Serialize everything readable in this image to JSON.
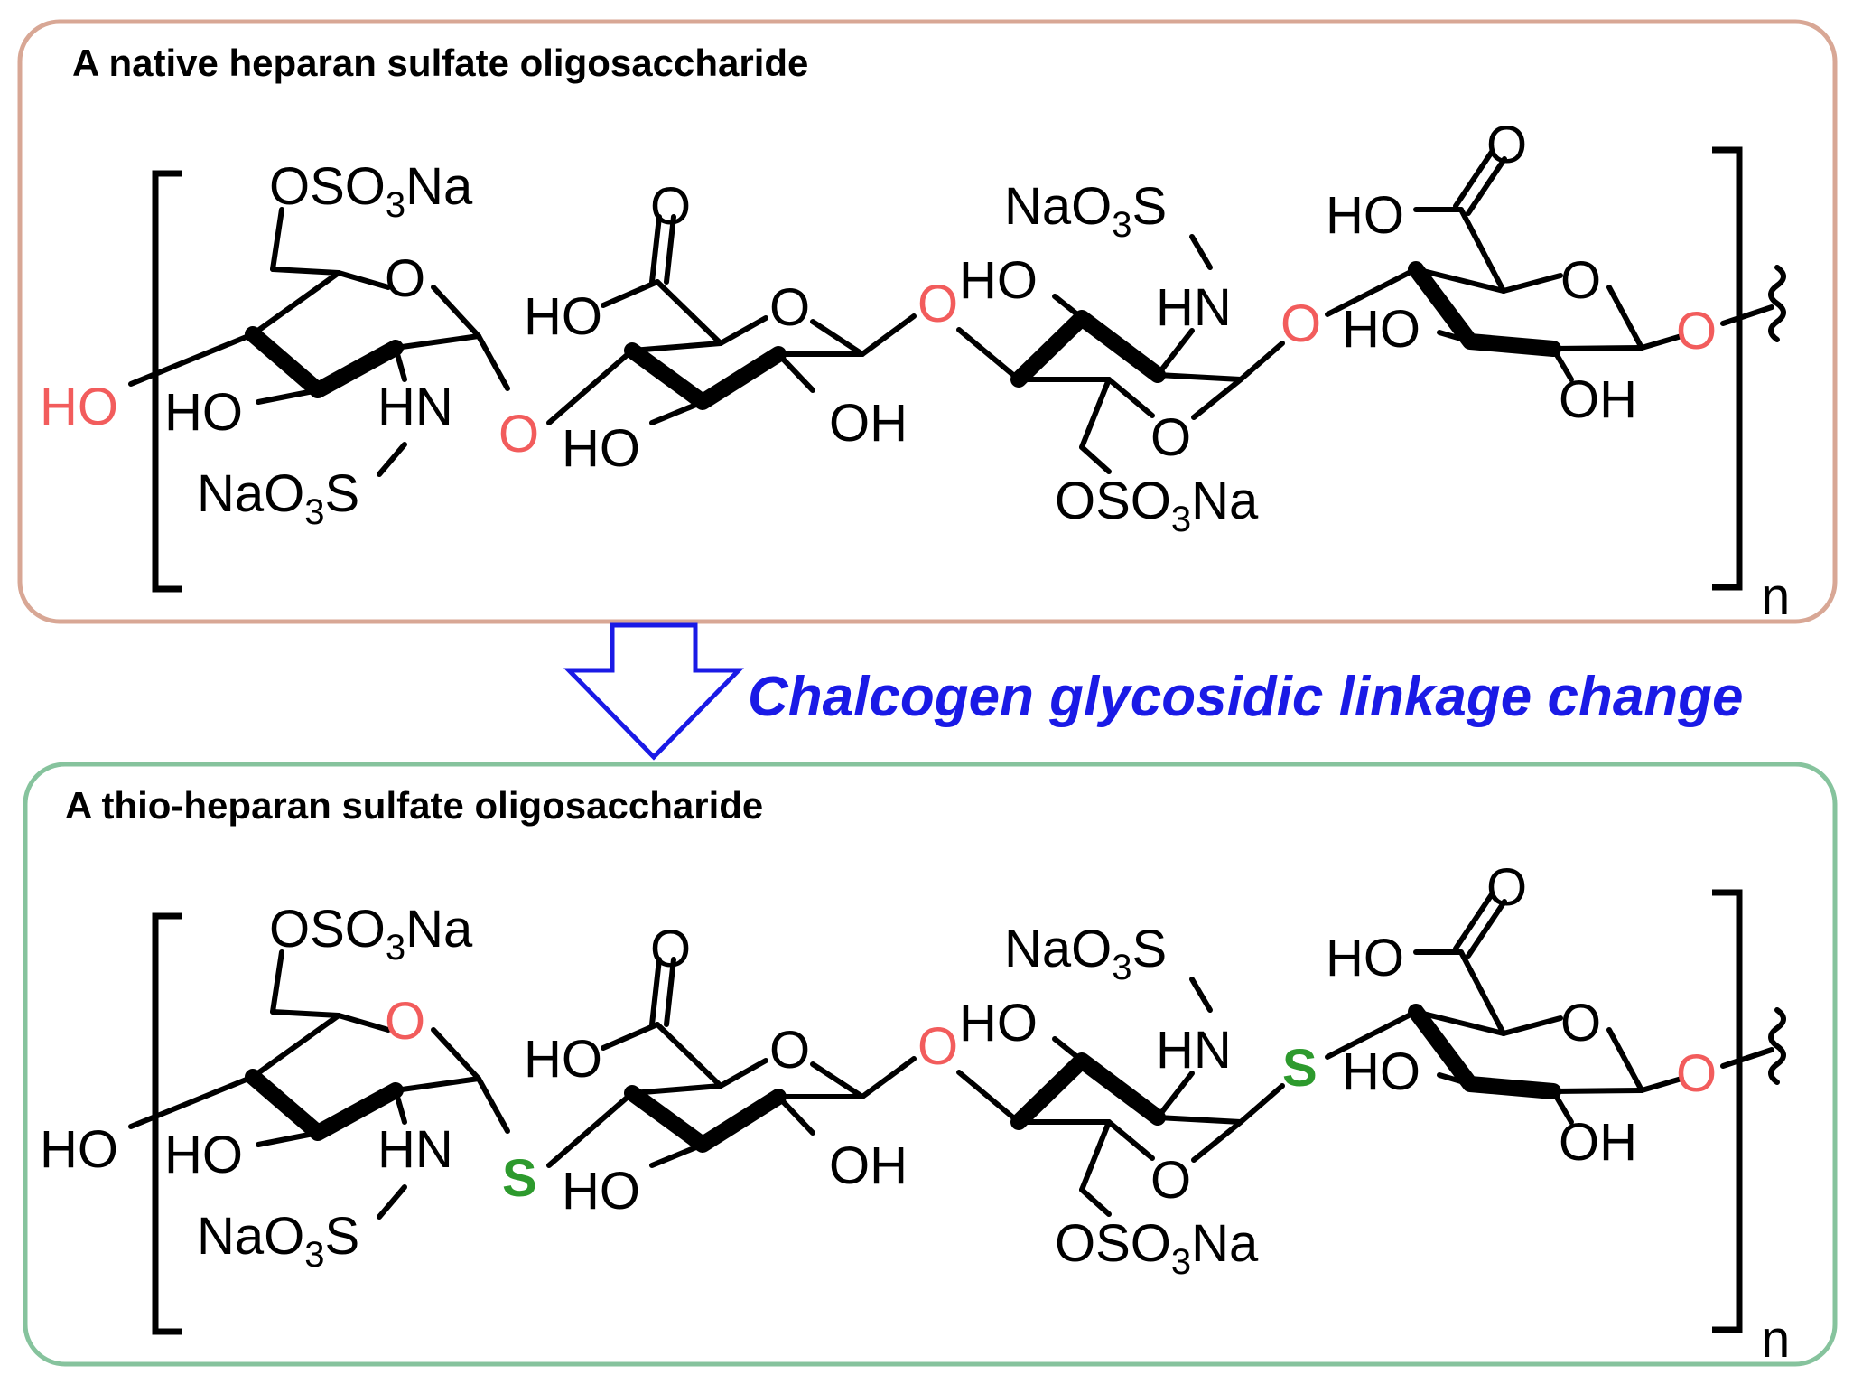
{
  "colors": {
    "top_border": "#d8a795",
    "bottom_border": "#86c39d",
    "arrow": "#1a1ae6",
    "caption": "#1a1ae6",
    "oxygen_highlight": "#f25c5c",
    "sulfur_highlight": "#2d9a2d"
  },
  "top_panel": {
    "title": "A native heparan sulfate oligosaccharide",
    "repeat": "n"
  },
  "bottom_panel": {
    "title": "A thio-heparan sulfate oligosaccharide",
    "repeat": "n"
  },
  "arrow": {
    "caption": "Chalcogen glycosidic linkage change"
  },
  "labels": {
    "HO": "HO",
    "OH": "OH",
    "O": "O",
    "S": "S",
    "HN": "HN",
    "NaO": "NaO",
    "S_suffix": "S",
    "OSO": "OSO",
    "Na": "Na",
    "sub3": "3"
  }
}
